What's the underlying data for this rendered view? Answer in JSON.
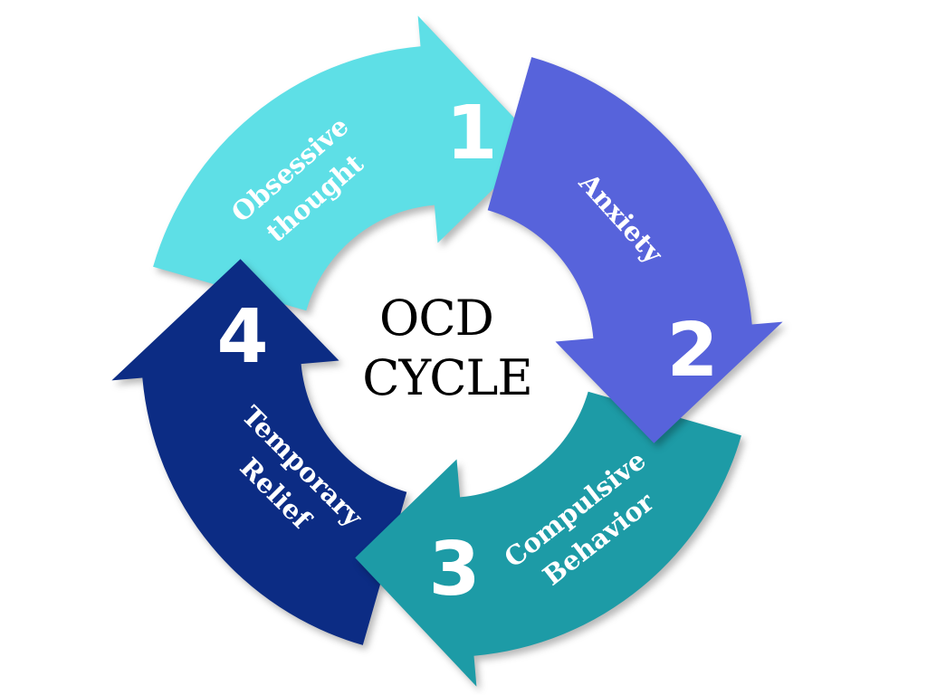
{
  "title": {
    "line1": "OCD",
    "line2": "CYCLE"
  },
  "steps": [
    {
      "number": "1",
      "label_lines": [
        "Obsessive",
        "thought"
      ],
      "color": "#5EDFE6"
    },
    {
      "number": "2",
      "label_lines": [
        "Anxiety"
      ],
      "color": "#5763DB"
    },
    {
      "number": "3",
      "label_lines": [
        "Compulsive",
        "Behavior"
      ],
      "color": "#1D9BA6"
    },
    {
      "number": "4",
      "label_lines": [
        "Temporary",
        "Relief"
      ],
      "color": "#0C2C84"
    }
  ]
}
